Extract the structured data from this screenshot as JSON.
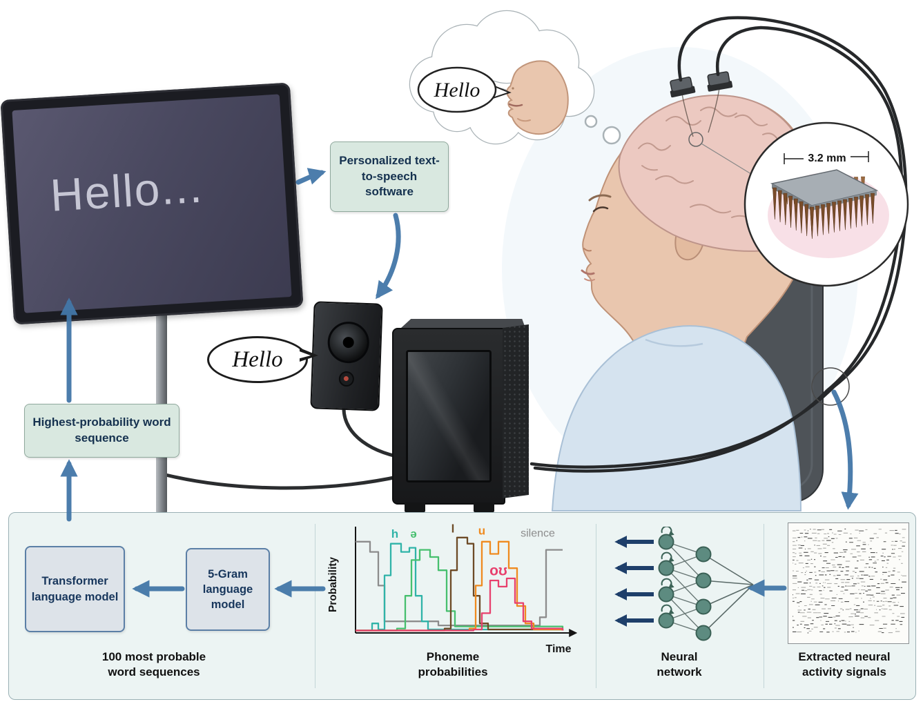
{
  "monitor": {
    "screen_text": "Hello..."
  },
  "thought_bubble": {
    "text": "Hello"
  },
  "speaker_bubble": {
    "text": "Hello"
  },
  "implant_inset": {
    "measurement_label": "3.2 mm"
  },
  "flow_boxes": {
    "tts_software": "Personalized text-to-speech software",
    "highest_probability": "Highest-probability word sequence",
    "transformer_model": "Transformer language model",
    "five_gram_model": "5-Gram language model"
  },
  "panel_captions": {
    "word_sequences": "100 most probable word sequences",
    "phoneme_probabilities": "Phoneme probabilities",
    "neural_network": "Neural network",
    "extracted_signals": "Extracted neural activity signals"
  },
  "chart_data": {
    "type": "line",
    "style": "step",
    "title": "Phoneme probabilities",
    "xlabel": "Time",
    "ylabel": "Probability",
    "xlim": [
      0,
      100
    ],
    "ylim": [
      0,
      1
    ],
    "grid": false,
    "legend_position": "inline-labels",
    "series": [
      {
        "name": "silence",
        "color": "#8c8c8c",
        "label_x": 88,
        "label_y": 0.93,
        "label_size": 16,
        "label_weight": "400",
        "points": [
          [
            0,
            0.88
          ],
          [
            7,
            0.78
          ],
          [
            11,
            0.45
          ],
          [
            14,
            0.1
          ],
          [
            40,
            0.06
          ],
          [
            84,
            0.06
          ],
          [
            89,
            0.14
          ],
          [
            92,
            0.8
          ],
          [
            100,
            0.8
          ]
        ]
      },
      {
        "name": "h",
        "color": "#2fb3a8",
        "label_x": 19,
        "label_y": 0.92,
        "label_size": 17,
        "label_weight": "600",
        "points": [
          [
            0,
            0.01
          ],
          [
            8,
            0.08
          ],
          [
            11,
            0.02
          ],
          [
            14,
            0.55
          ],
          [
            17,
            0.86
          ],
          [
            22,
            0.78
          ],
          [
            26,
            0.82
          ],
          [
            29,
            0.35
          ],
          [
            32,
            0.1
          ],
          [
            35,
            0.02
          ],
          [
            100,
            0.01
          ]
        ]
      },
      {
        "name": "ə",
        "color": "#46bf6e",
        "label_x": 28,
        "label_y": 0.92,
        "label_size": 17,
        "label_weight": "600",
        "points": [
          [
            0,
            0.01
          ],
          [
            20,
            0.03
          ],
          [
            24,
            0.35
          ],
          [
            27,
            0.7
          ],
          [
            31,
            0.8
          ],
          [
            36,
            0.73
          ],
          [
            40,
            0.6
          ],
          [
            44,
            0.2
          ],
          [
            48,
            0.05
          ],
          [
            100,
            0.01
          ]
        ]
      },
      {
        "name": "l",
        "color": "#6d4a26",
        "label_x": 47,
        "label_y": 0.97,
        "label_size": 17,
        "label_weight": "600",
        "points": [
          [
            0,
            0.01
          ],
          [
            43,
            0.03
          ],
          [
            46,
            0.6
          ],
          [
            49,
            0.92
          ],
          [
            54,
            0.86
          ],
          [
            57,
            0.35
          ],
          [
            60,
            0.08
          ],
          [
            64,
            0.02
          ],
          [
            100,
            0.01
          ]
        ]
      },
      {
        "name": "u",
        "color": "#ef8a1f",
        "label_x": 61,
        "label_y": 0.95,
        "label_size": 17,
        "label_weight": "600",
        "points": [
          [
            0,
            0.01
          ],
          [
            55,
            0.03
          ],
          [
            58,
            0.45
          ],
          [
            61,
            0.88
          ],
          [
            65,
            0.76
          ],
          [
            69,
            0.88
          ],
          [
            74,
            0.62
          ],
          [
            78,
            0.25
          ],
          [
            82,
            0.08
          ],
          [
            86,
            0.02
          ],
          [
            100,
            0.01
          ]
        ]
      },
      {
        "name": "oʊ",
        "color": "#e8406d",
        "label_x": 69,
        "label_y": 0.55,
        "label_size": 21,
        "label_weight": "700",
        "points": [
          [
            0,
            0.01
          ],
          [
            57,
            0.02
          ],
          [
            61,
            0.18
          ],
          [
            65,
            0.5
          ],
          [
            69,
            0.44
          ],
          [
            73,
            0.52
          ],
          [
            77,
            0.28
          ],
          [
            81,
            0.1
          ],
          [
            85,
            0.03
          ],
          [
            100,
            0.01
          ]
        ]
      }
    ]
  },
  "colors": {
    "arrow_blue": "#4377a8",
    "arrow_navy": "#1e3f6a",
    "panel_bg": "#ecf4f3",
    "green_box_bg": "#d9e8e0",
    "green_box_border": "#8fa89c",
    "model_box_bg": "#dde3e9",
    "model_box_border": "#5b7fa6",
    "screen_bg": "#4a4960",
    "neural_node": "#5d8b80",
    "skin": "#e9c6ae",
    "brain": "#ecc9c1"
  }
}
